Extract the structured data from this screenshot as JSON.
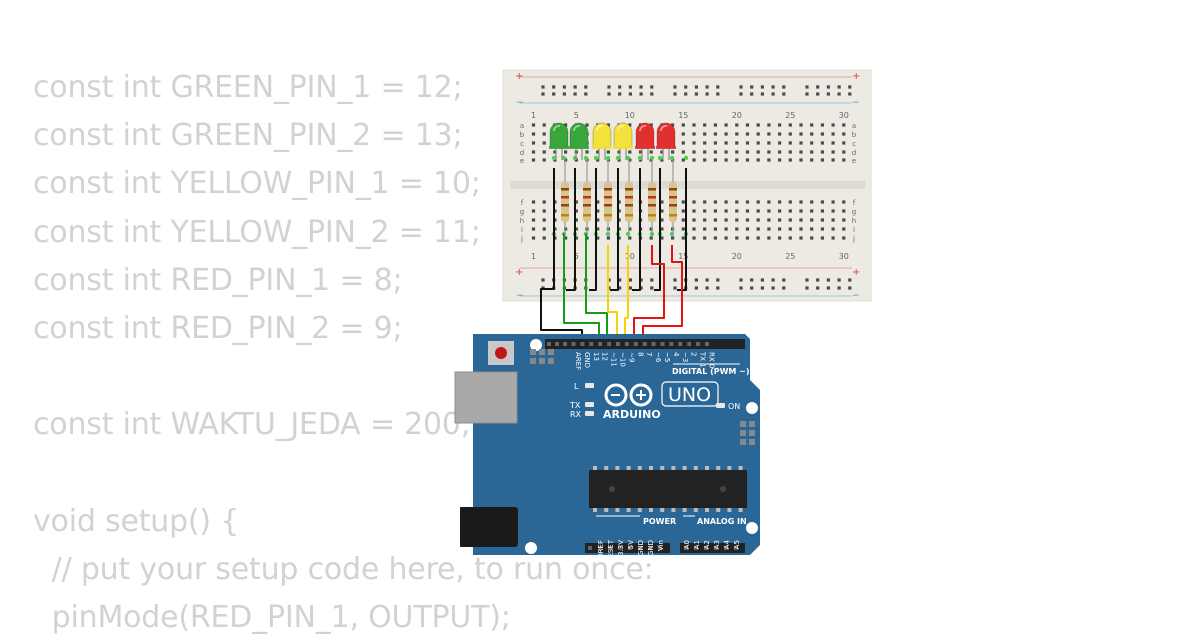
{
  "code": {
    "lines": [
      "const int GREEN_PIN_1 = 12;",
      "const int GREEN_PIN_2 = 13;",
      "const int YELLOW_PIN_1 = 10;",
      "const int YELLOW_PIN_2 = 11;",
      "const int RED_PIN_1 = 8;",
      "const int RED_PIN_2 = 9;",
      "",
      "const int WAKTU_JEDA = 200;",
      "",
      "void setup() {",
      "  // put your setup code here, to run once:",
      "  pinMode(RED_PIN_1, OUTPUT);"
    ]
  },
  "breadboard": {
    "plus": "+",
    "minus": "−",
    "column_numbers": [
      "1",
      "5",
      "10",
      "15",
      "20",
      "25",
      "30"
    ],
    "row_letters_top": [
      "a",
      "b",
      "c",
      "d",
      "e"
    ],
    "row_letters_bottom": [
      "f",
      "g",
      "h",
      "i",
      "j"
    ]
  },
  "leds": [
    {
      "color": "green",
      "hex": "#3aa53a"
    },
    {
      "color": "green",
      "hex": "#3aa53a"
    },
    {
      "color": "yellow",
      "hex": "#f2e23a"
    },
    {
      "color": "yellow",
      "hex": "#f2e23a"
    },
    {
      "color": "red",
      "hex": "#e03030"
    },
    {
      "color": "red",
      "hex": "#e03030"
    }
  ],
  "wire_colors": {
    "black": "#111111",
    "green": "#179b17",
    "yellow": "#f5d20a",
    "red": "#e01414"
  },
  "arduino": {
    "board_color": "#2a6796",
    "logo_text": "ARDUINO",
    "model": "UNO",
    "on_label": "ON",
    "l_label": "L",
    "tx_label": "TX",
    "rx_label": "RX",
    "digital_label": "DIGITAL (PWM ~)",
    "power_label": "POWER",
    "analog_label": "ANALOG IN",
    "digital_pins": [
      "AREF",
      "GND",
      "13",
      "12",
      "~11",
      "~10",
      "~9",
      "8",
      "7",
      "~6",
      "~5",
      "4",
      "~3",
      "2",
      "TX 1",
      "RX 0"
    ],
    "power_pins": [
      "IOREF",
      "RESET",
      "3.3V",
      "5V",
      "GND",
      "GND",
      "Vin"
    ],
    "analog_pins": [
      "A0",
      "A1",
      "A2",
      "A3",
      "A4",
      "A5"
    ]
  }
}
